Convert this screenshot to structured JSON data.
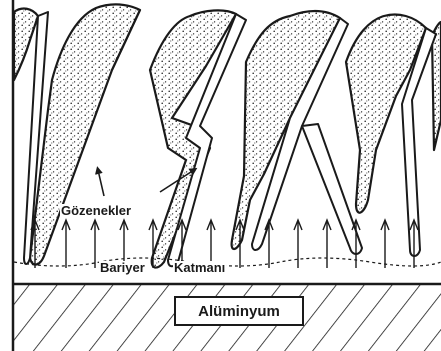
{
  "labels": {
    "pores": "Gözenekler",
    "barrier_word1": "Bariyer",
    "barrier_word2": "Katmanı",
    "metal": "Alüminyum"
  },
  "colors": {
    "ink": "#1a1a1a",
    "background": "#ffffff",
    "oxide_speckle": "#1a1a1a"
  },
  "icons": {
    "growth_arrow": "upward-arrow",
    "pointer_arrow": "diagonal-pointer-arrow"
  }
}
